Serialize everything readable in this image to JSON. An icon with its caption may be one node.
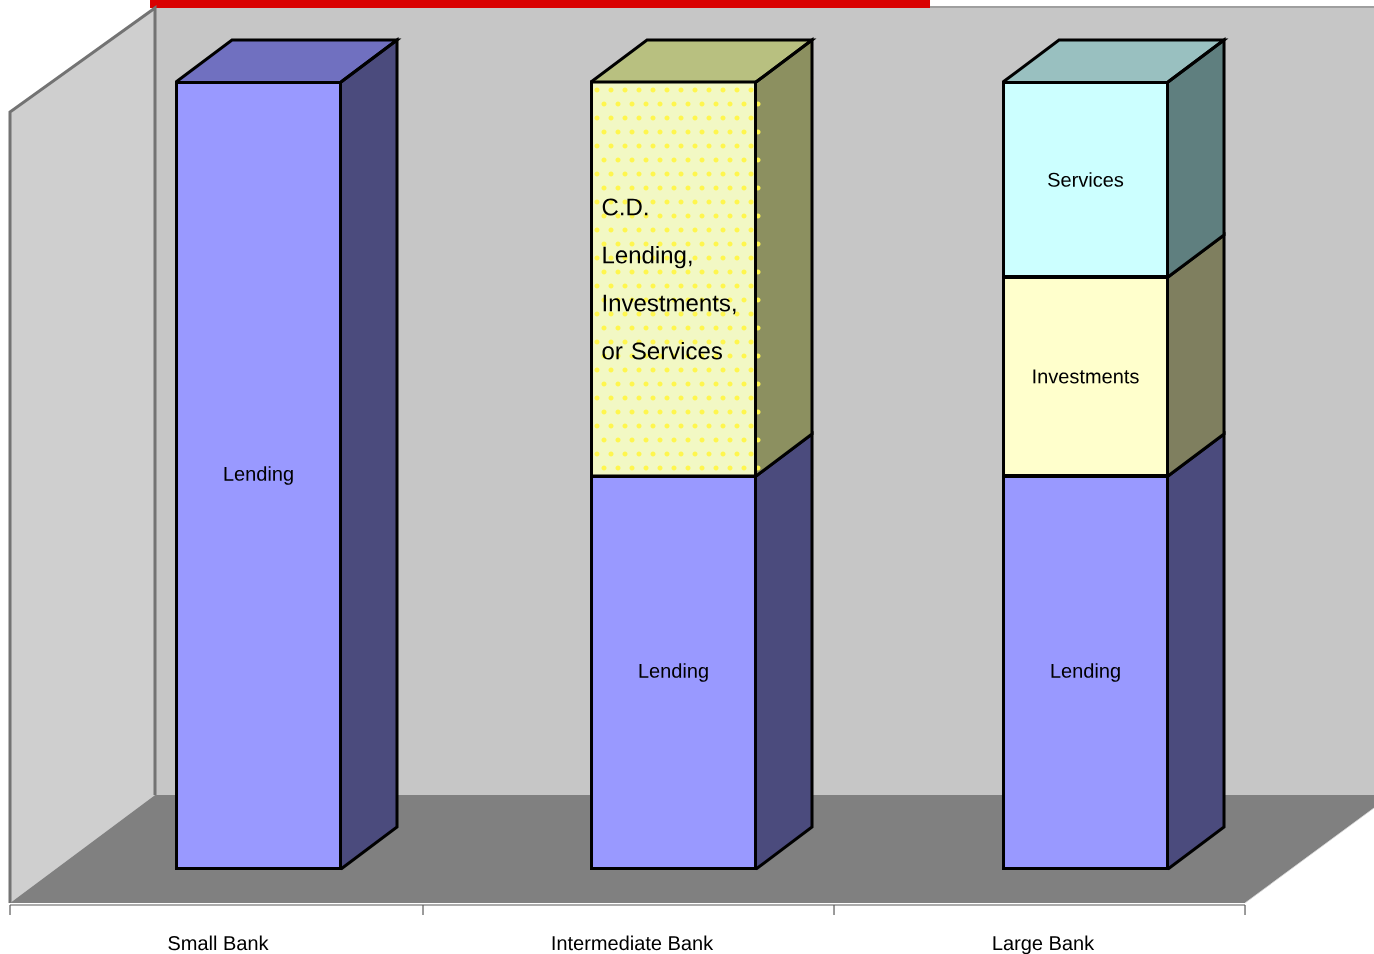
{
  "diagram": {
    "nodes": [
      {
        "text": [
          "Lending"
        ]
      },
      {
        "text": [
          "Lending"
        ]
      },
      {
        "text": [
          "C.D. Lending, Investments, or Services"
        ]
      },
      {
        "text": [
          "Lending"
        ]
      },
      {
        "text": [
          "Investments"
        ]
      },
      {
        "text": [
          "Services"
        ]
      }
    ],
    "labels": [
      "Small Bank",
      "Intermediate Bank",
      "Large Bank"
    ]
  }
}
